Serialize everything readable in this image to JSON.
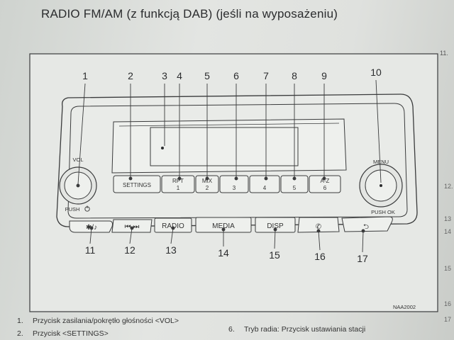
{
  "title": "RADIO FM/AM (z funkcją DAB) (jeśli na wyposażeniu)",
  "side_number": "11.",
  "side_marks": [
    "12.",
    "13",
    "14",
    "15",
    "16",
    "17"
  ],
  "figure_code": "NAA2002",
  "callouts_top": [
    "1",
    "2",
    "3",
    "4",
    "5",
    "6",
    "7",
    "8",
    "9",
    "10"
  ],
  "callouts_bottom": [
    "11",
    "12",
    "13",
    "14",
    "15",
    "16",
    "17"
  ],
  "knob_left": {
    "top_label": "VOL",
    "bottom_label": "PUSH"
  },
  "knob_right": {
    "top_label": "MENU",
    "bottom_label": "PUSH OK"
  },
  "preset_buttons": [
    {
      "line1": "SETTINGS",
      "line2": ""
    },
    {
      "line1": "RPT",
      "line2": "1"
    },
    {
      "line1": "MIX",
      "line2": "2"
    },
    {
      "line1": "",
      "line2": "3"
    },
    {
      "line1": "",
      "line2": "4"
    },
    {
      "line1": "",
      "line2": "5"
    },
    {
      "line1": "A-Z",
      "line2": "6"
    }
  ],
  "lower_buttons": {
    "display_light": "✱/♪",
    "seek": "⏮  ⏭",
    "radio": "RADIO",
    "media": "MEDIA",
    "disp": "DISP",
    "phone": "✆",
    "back": "⮌"
  },
  "footnotes": [
    {
      "num": "1.",
      "text": "Przycisk zasilania/pokrętło głośności <VOL>"
    },
    {
      "num": "2.",
      "text": "Przycisk <SETTINGS>"
    },
    {
      "num": "6.",
      "text": "Tryb radia: Przycisk ustawiania stacji"
    }
  ]
}
